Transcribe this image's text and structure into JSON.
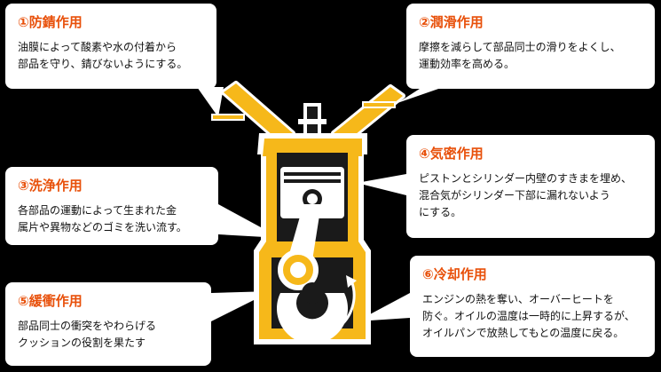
{
  "colors": {
    "background": "#000000",
    "title": "#e8500a",
    "engine_yellow": "#f6b81a",
    "engine_dark": "#1a1a1a",
    "white": "#ffffff"
  },
  "callouts": [
    {
      "title": "①防錆作用",
      "body": "油膜によって酸素や水の付着から\n部品を守り、錆びないようにする。"
    },
    {
      "title": "②潤滑作用",
      "body": "摩擦を減らして部品同士の滑りをよくし、\n運動効率を高める。"
    },
    {
      "title": "③洗浄作用",
      "body": "各部品の運動によって生まれた金\n属片や異物などのゴミを洗い流す。"
    },
    {
      "title": "④気密作用",
      "body": "ピストンとシリンダー内壁のすきまを埋め、\n混合気がシリンダー下部に漏れないよう\nにする。"
    },
    {
      "title": "⑤緩衝作用",
      "body": "部品同士の衝突をやわらげる\nクッションの役割を果たす"
    },
    {
      "title": "⑥冷却作用",
      "body": "エンジンの熱を奪い、オーバーヒートを\n防ぐ。オイルの温度は一時的に上昇するが、\nオイルパンで放熱してもとの温度に戻る。"
    }
  ]
}
